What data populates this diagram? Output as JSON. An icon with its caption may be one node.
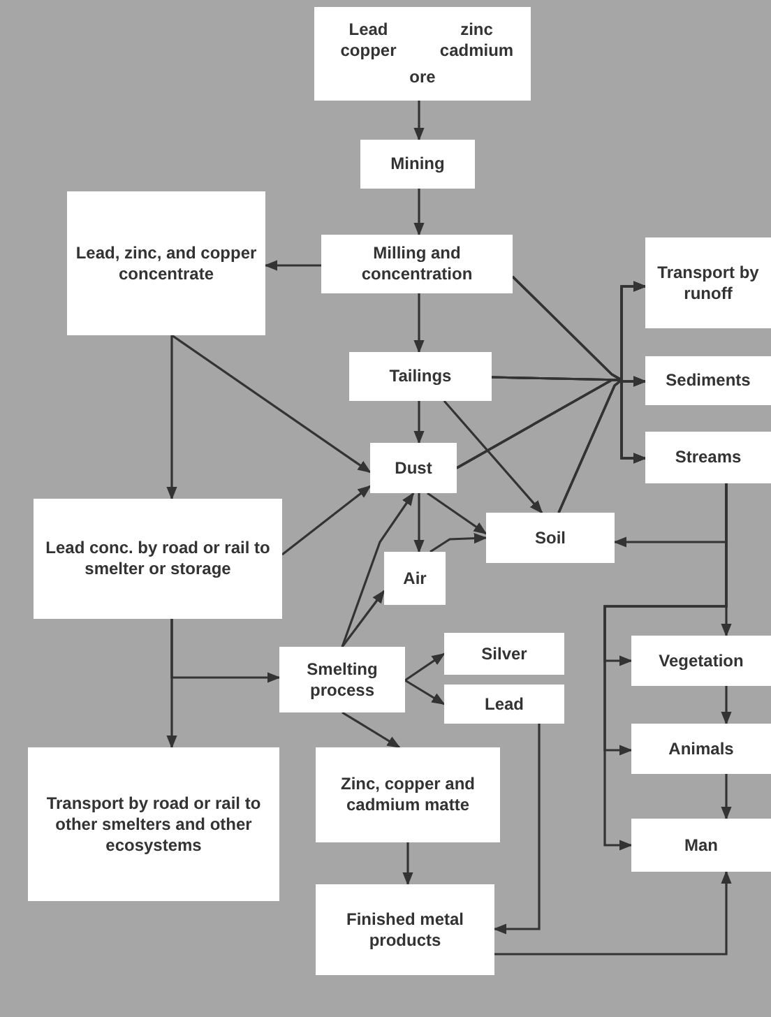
{
  "diagram": {
    "nodes": [
      {
        "text": [
          "Lead",
          "zinc",
          "copper",
          "cadmium",
          "ore"
        ]
      },
      {
        "text": [
          "Mining"
        ]
      },
      {
        "text": [
          "Milling and concentration"
        ]
      },
      {
        "text": [
          "Lead, zinc, and copper concentrate"
        ]
      },
      {
        "text": [
          "Transport by runoff"
        ]
      },
      {
        "text": [
          "Tailings"
        ]
      },
      {
        "text": [
          "Sediments"
        ]
      },
      {
        "text": [
          "Streams"
        ]
      },
      {
        "text": [
          "Dust"
        ]
      },
      {
        "text": [
          "Soil"
        ]
      },
      {
        "text": [
          "Lead conc. by road or rail to smelter or storage"
        ]
      },
      {
        "text": [
          "Air"
        ]
      },
      {
        "text": [
          "Smelting process"
        ]
      },
      {
        "text": [
          "Silver"
        ]
      },
      {
        "text": [
          "Lead"
        ]
      },
      {
        "text": [
          "Vegetation"
        ]
      },
      {
        "text": [
          "Transport by road or rail to other smelters and other ecosystems"
        ]
      },
      {
        "text": [
          "Zinc, copper and cadmium matte"
        ]
      },
      {
        "text": [
          "Animals"
        ]
      },
      {
        "text": [
          "Man"
        ]
      },
      {
        "text": [
          "Finished metal products"
        ]
      }
    ],
    "edges": [
      {
        "from": 0,
        "to": 1,
        "arrow": "to"
      },
      {
        "from": 1,
        "to": 2,
        "arrow": "to"
      },
      {
        "from": 2,
        "to": 3,
        "arrow": "to"
      },
      {
        "from": 2,
        "to": 5,
        "arrow": "to"
      },
      {
        "from": 2,
        "to": 4,
        "arrow": "to"
      },
      {
        "from": 2,
        "to": 6,
        "arrow": "to"
      },
      {
        "from": 2,
        "to": 7,
        "arrow": "to"
      },
      {
        "from": 5,
        "to": 4,
        "arrow": "to"
      },
      {
        "from": 5,
        "to": 6,
        "arrow": "to"
      },
      {
        "from": 5,
        "to": 7,
        "arrow": "to"
      },
      {
        "from": 8,
        "to": 4,
        "arrow": "to"
      },
      {
        "from": 8,
        "to": 6,
        "arrow": "to"
      },
      {
        "from": 8,
        "to": 7,
        "arrow": "to"
      },
      {
        "from": 9,
        "to": 4,
        "arrow": "to"
      },
      {
        "from": 9,
        "to": 6,
        "arrow": "to"
      },
      {
        "from": 9,
        "to": 7,
        "arrow": "to"
      },
      {
        "from": 3,
        "to": 10,
        "arrow": "to"
      },
      {
        "from": 3,
        "to": 8,
        "arrow": "to"
      },
      {
        "from": 10,
        "to": 8,
        "arrow": "to"
      },
      {
        "from": 10,
        "to": 12,
        "arrow": "to"
      },
      {
        "from": 10,
        "to": 16,
        "arrow": "to"
      },
      {
        "from": 5,
        "to": 8,
        "arrow": "to"
      },
      {
        "from": 5,
        "to": 9,
        "arrow": "to"
      },
      {
        "from": 8,
        "to": 11,
        "arrow": "to"
      },
      {
        "from": 8,
        "to": 9,
        "arrow": "to"
      },
      {
        "from": 11,
        "to": 9,
        "arrow": "to"
      },
      {
        "from": 12,
        "to": 8,
        "arrow": "to"
      },
      {
        "from": 12,
        "to": 11,
        "arrow": "to"
      },
      {
        "from": 12,
        "to": 13,
        "arrow": "to"
      },
      {
        "from": 12,
        "to": 14,
        "arrow": "to"
      },
      {
        "from": 12,
        "to": 17,
        "arrow": "to"
      },
      {
        "from": 14,
        "to": 20,
        "arrow": "to"
      },
      {
        "from": 17,
        "to": 20,
        "arrow": "to"
      },
      {
        "from": 20,
        "to": 19,
        "arrow": "to"
      },
      {
        "from": 7,
        "to": 9,
        "arrow": "to"
      },
      {
        "from": 7,
        "to": 15,
        "arrow": "to"
      },
      {
        "from": 7,
        "to": 15,
        "arrow": "to"
      },
      {
        "from": 7,
        "to": 18,
        "arrow": "to"
      },
      {
        "from": 7,
        "to": 19,
        "arrow": "to"
      },
      {
        "from": 15,
        "to": 18,
        "arrow": "to"
      },
      {
        "from": 18,
        "to": 19,
        "arrow": "to"
      }
    ]
  }
}
